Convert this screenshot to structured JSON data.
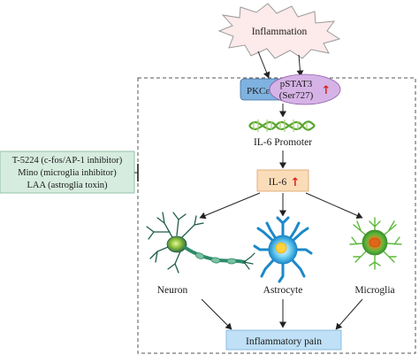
{
  "diagram": {
    "nodes": {
      "inflammation": "Inflammation",
      "pkc": "PKCε",
      "pstat3_line1": "pSTAT3",
      "pstat3_line2": "(Ser727)",
      "il6_promoter": "IL-6 Promoter",
      "il6": "IL-6",
      "neuron": "Neuron",
      "astrocyte": "Astrocyte",
      "microglia": "Microglia",
      "inflammatory_pain": "Inflammatory pain"
    },
    "inhibitors": [
      "T-5224 (c-fos/AP-1 inhibitor)",
      "Mino (microglia inhibitor)",
      "LAA (astroglia toxin)"
    ],
    "icons": {
      "up_arrow": "↑",
      "up_arrow_color": "#d9241b"
    },
    "colors": {
      "inhibitor_box": "#d6ecdf",
      "pkc_box": "#7fb2e0",
      "pstat3_ellipse": "#d6b3e6",
      "il6_box": "#fbdcb8",
      "pain_box": "#bfe0f6",
      "dna": "#5aa52f",
      "neuron": "#2f8a6a",
      "astrocyte": "#31b3e6",
      "microglia": "#5cb83c"
    }
  }
}
